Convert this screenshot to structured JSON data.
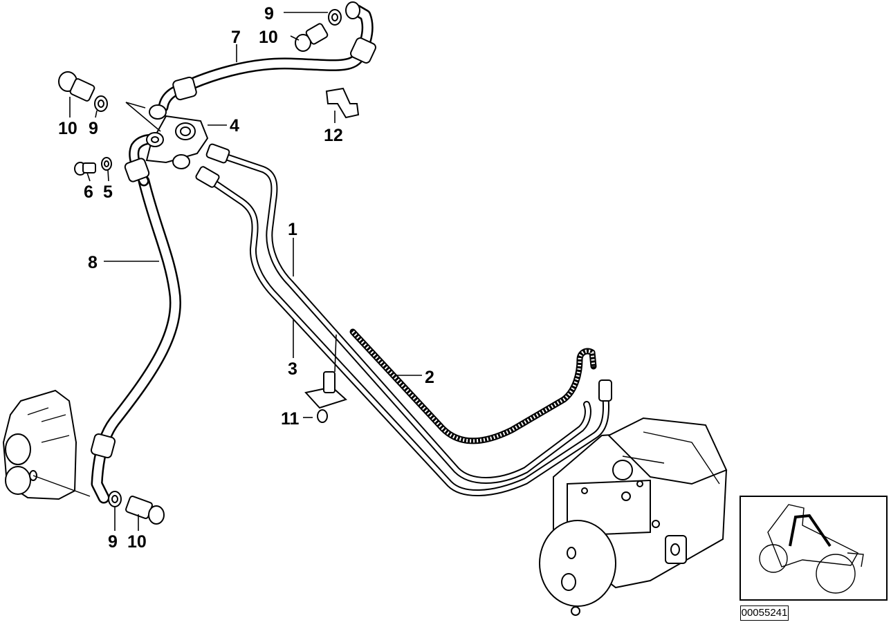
{
  "callouts": [
    {
      "id": "c1",
      "label": "1"
    },
    {
      "id": "c2",
      "label": "2"
    },
    {
      "id": "c3",
      "label": "3"
    },
    {
      "id": "c4",
      "label": "4"
    },
    {
      "id": "c5",
      "label": "5"
    },
    {
      "id": "c6",
      "label": "6"
    },
    {
      "id": "c7",
      "label": "7"
    },
    {
      "id": "c8",
      "label": "8"
    },
    {
      "id": "c9a",
      "label": "9"
    },
    {
      "id": "c9b",
      "label": "9"
    },
    {
      "id": "c9c",
      "label": "9"
    },
    {
      "id": "c10a",
      "label": "10"
    },
    {
      "id": "c10b",
      "label": "10"
    },
    {
      "id": "c10c",
      "label": "10"
    },
    {
      "id": "c11",
      "label": "11"
    },
    {
      "id": "c12",
      "label": "12"
    }
  ],
  "reference_number": "00055241",
  "colors": {
    "line": "#000000",
    "background": "#ffffff"
  }
}
